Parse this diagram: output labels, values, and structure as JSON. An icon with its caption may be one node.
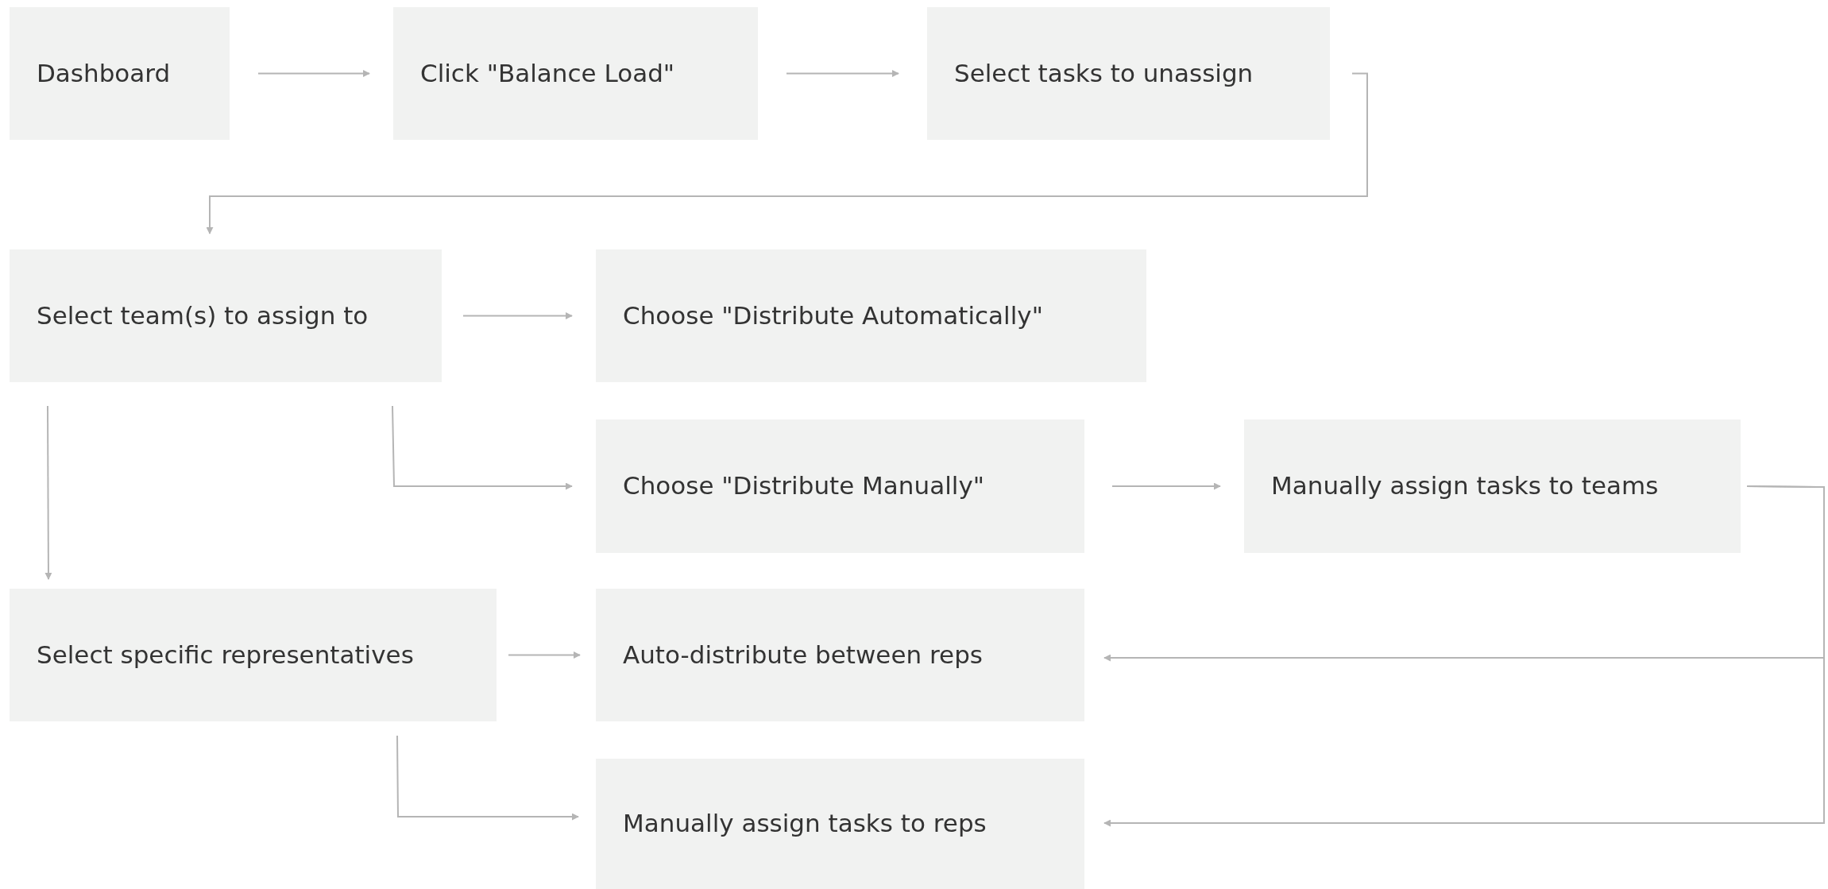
{
  "diagram": {
    "nodes": [
      {
        "text": [
          "Dashboard"
        ]
      },
      {
        "text": [
          "Click \"Balance Load\""
        ]
      },
      {
        "text": [
          "Select tasks to unassign"
        ]
      },
      {
        "text": [
          "Select team(s) to assign to"
        ]
      },
      {
        "text": [
          "Choose \"Distribute Automatically\""
        ]
      },
      {
        "text": [
          "Choose \"Distribute Manually\""
        ]
      },
      {
        "text": [
          "Manually assign tasks to teams"
        ]
      },
      {
        "text": [
          "Select specific representatives"
        ]
      },
      {
        "text": [
          "Auto-distribute between reps"
        ]
      },
      {
        "text": [
          "Manually assign tasks to reps"
        ]
      }
    ],
    "edges": [
      {
        "from": 0,
        "to": 1,
        "arrow": "to"
      },
      {
        "from": 1,
        "to": 2,
        "arrow": "to"
      },
      {
        "from": 2,
        "to": 3,
        "arrow": "to"
      },
      {
        "from": 3,
        "to": 4,
        "arrow": "to"
      },
      {
        "from": 3,
        "to": 5,
        "arrow": "to"
      },
      {
        "from": 3,
        "to": 7,
        "arrow": "to"
      },
      {
        "from": 5,
        "to": 6,
        "arrow": "to"
      },
      {
        "from": 6,
        "to": 8,
        "arrow": "to"
      },
      {
        "from": 6,
        "to": 9,
        "arrow": "to"
      },
      {
        "from": 7,
        "to": 8,
        "arrow": "to"
      },
      {
        "from": 7,
        "to": 9,
        "arrow": "to"
      }
    ]
  }
}
